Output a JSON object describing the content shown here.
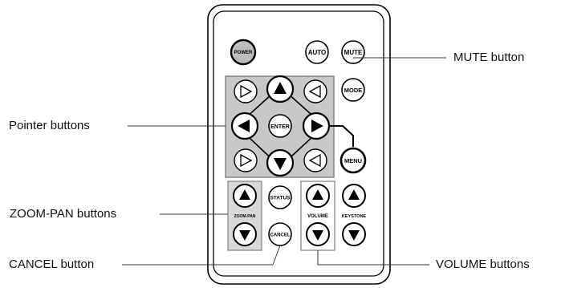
{
  "callouts": {
    "mute": "MUTE button",
    "pointer": "Pointer buttons",
    "zoom_pan": "ZOOM-PAN buttons",
    "cancel": "CANCEL button",
    "volume": "VOLUME buttons"
  },
  "buttons": {
    "power": "POWER",
    "auto": "AUTO",
    "mute": "MUTE",
    "mode": "MODE",
    "enter": "ENTER",
    "menu": "MENU",
    "status": "STATUS",
    "cancel": "CANCEL"
  },
  "group_labels": {
    "zoom_pan": "ZOOM-PAN",
    "volume": "VOLUME",
    "keystone": "KEYSTONE"
  }
}
